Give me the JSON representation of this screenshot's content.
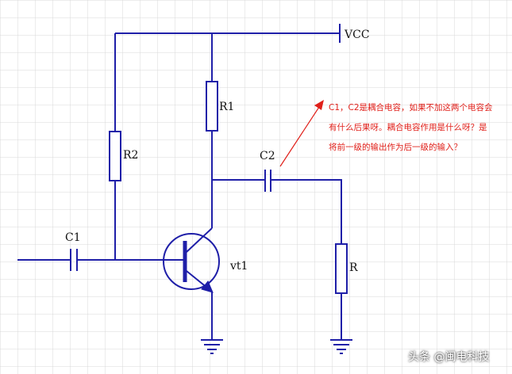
{
  "diagram": {
    "supply_label": "VCC",
    "components": {
      "r1": "R1",
      "r2": "R2",
      "c1": "C1",
      "c2": "C2",
      "transistor": "vt1",
      "load": "R"
    },
    "question_lines": [
      "C1，C2是耦合电容，如果不加这两个电容会",
      "有什么后果呀。耦合电容作用是什么呀？是",
      "将前一级的输出作为后一级的输入？"
    ],
    "colors": {
      "wire": "#1f1fa8",
      "note_text": "#e0201a",
      "grid": "#d8d8d8"
    }
  },
  "watermark": "头条 @闽电科技"
}
